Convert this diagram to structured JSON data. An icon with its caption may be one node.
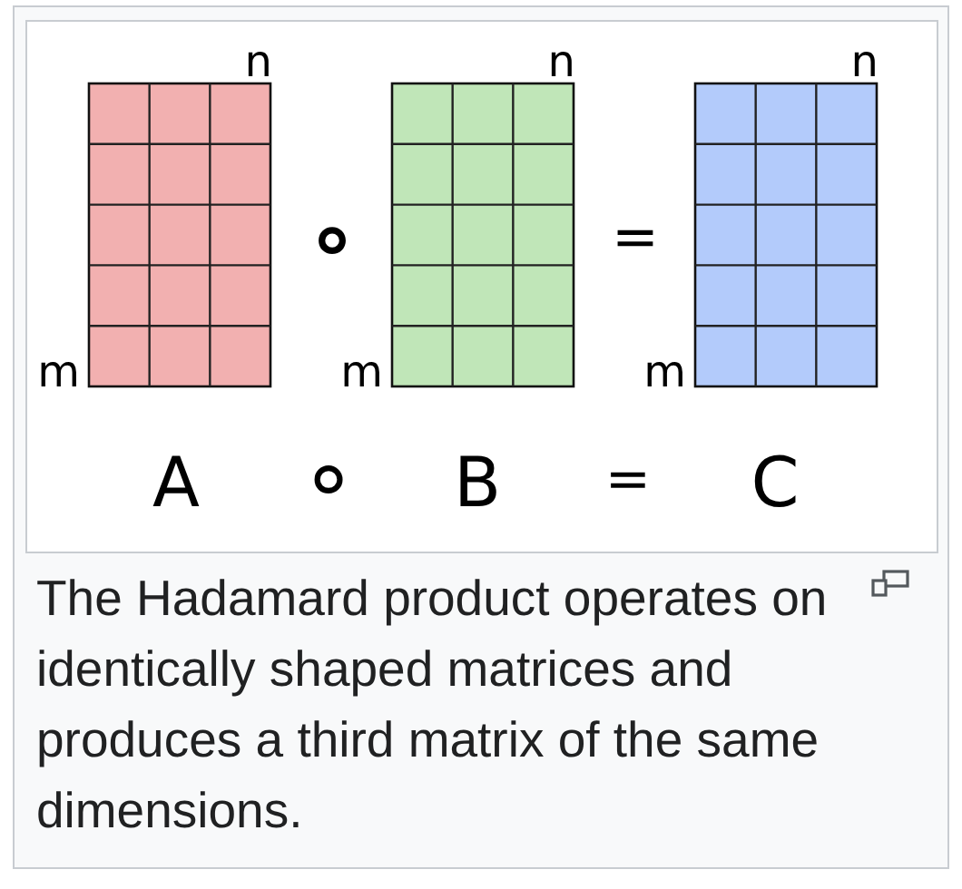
{
  "diagram": {
    "caption": "The Hadamard product operates on identically shaped matrices and produces a third matrix of the same dimensions.",
    "labels": [
      "n",
      "n",
      "n",
      "∘",
      "=",
      "m",
      "m",
      "m",
      "A",
      "∘",
      "B",
      "=",
      "C"
    ]
  }
}
